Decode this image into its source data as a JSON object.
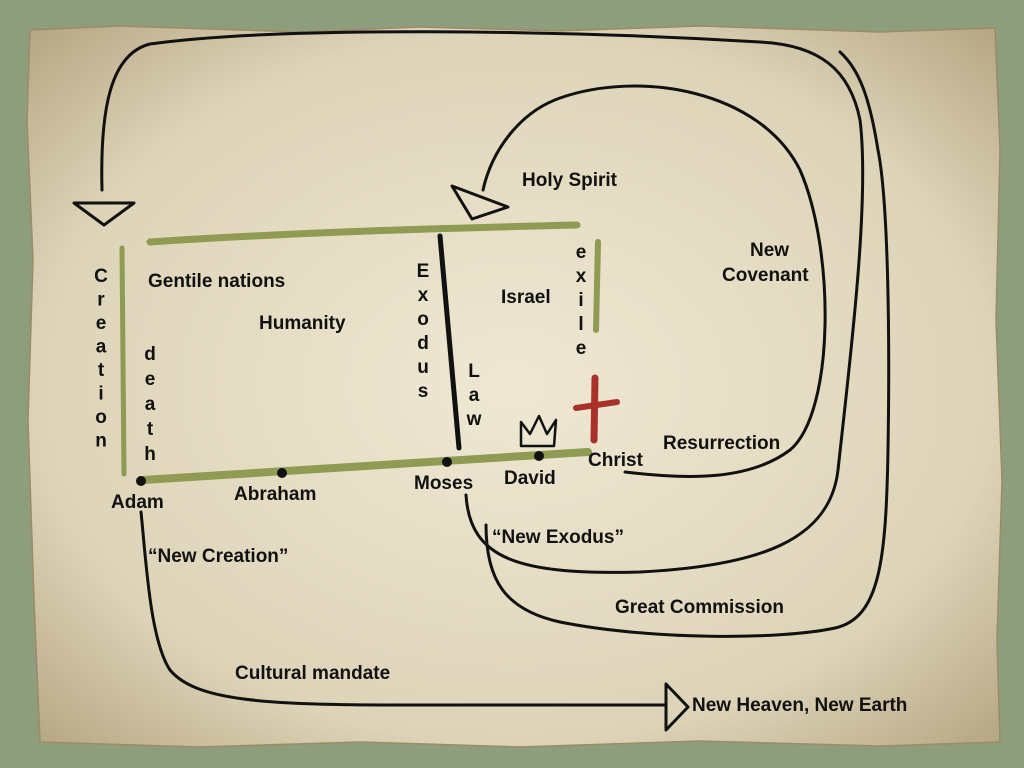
{
  "colors": {
    "background": "#8e9d7c",
    "parchment": "#e4dcc6",
    "olive_bar": "#8f9a52",
    "black_line": "#111111",
    "cross": "#a8322a"
  },
  "labels": {
    "holy_spirit": "Holy Spirit",
    "new_covenant": [
      "New",
      "Covenant"
    ],
    "gentile_nations": "Gentile nations",
    "humanity": "Humanity",
    "israel": "Israel",
    "resurrection": "Resurrection",
    "christ": "Christ",
    "adam": "Adam",
    "abraham": "Abraham",
    "moses": "Moses",
    "david": "David",
    "new_creation": "“New Creation”",
    "new_exodus": "“New Exodus”",
    "great_commission": "Great Commission",
    "cultural_mandate": "Cultural mandate",
    "new_heaven_new_earth": "New Heaven, New Earth"
  },
  "vertical_words": {
    "creation": "Creation",
    "death": "death",
    "exodus": "Exodus",
    "law": "Law",
    "exile": "exile"
  },
  "icons": [
    "crown-icon",
    "cross-icon",
    "arrowhead-icon"
  ]
}
